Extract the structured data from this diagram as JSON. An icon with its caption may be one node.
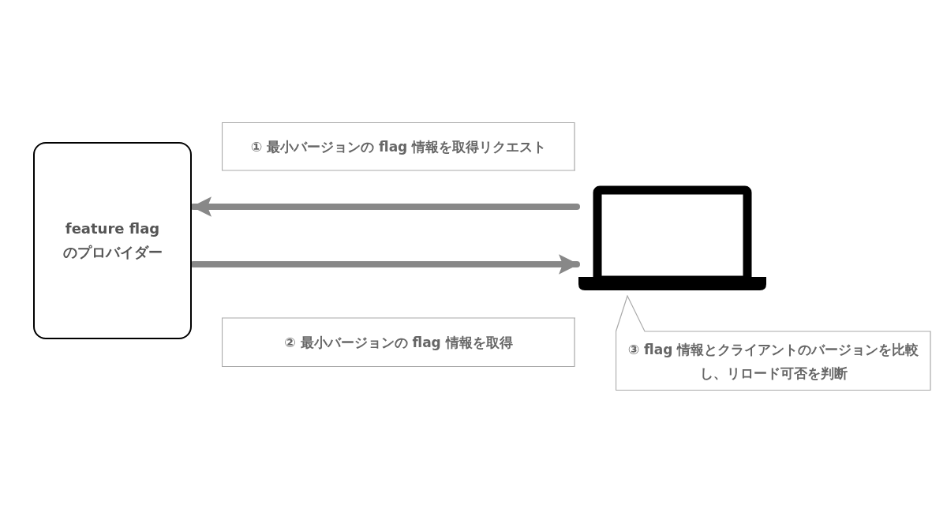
{
  "diagram": {
    "nodes": [
      {
        "text": [
          "feature flag のプロバイダー"
        ]
      },
      {
        "text": [],
        "shape": "laptop"
      },
      {
        "text": [
          "① 最小バージョンの flag 情報を取得リクエスト"
        ]
      },
      {
        "text": [
          "② 最小バージョンの flag 情報を取得"
        ]
      },
      {
        "text": [
          "③ flag 情報とクライアントのバージョンを比較し、リロード可否を判断"
        ]
      }
    ],
    "edges": [
      {
        "from": 1,
        "to": 0,
        "arrow": "to"
      },
      {
        "from": 0,
        "to": 1,
        "arrow": "to"
      }
    ]
  }
}
